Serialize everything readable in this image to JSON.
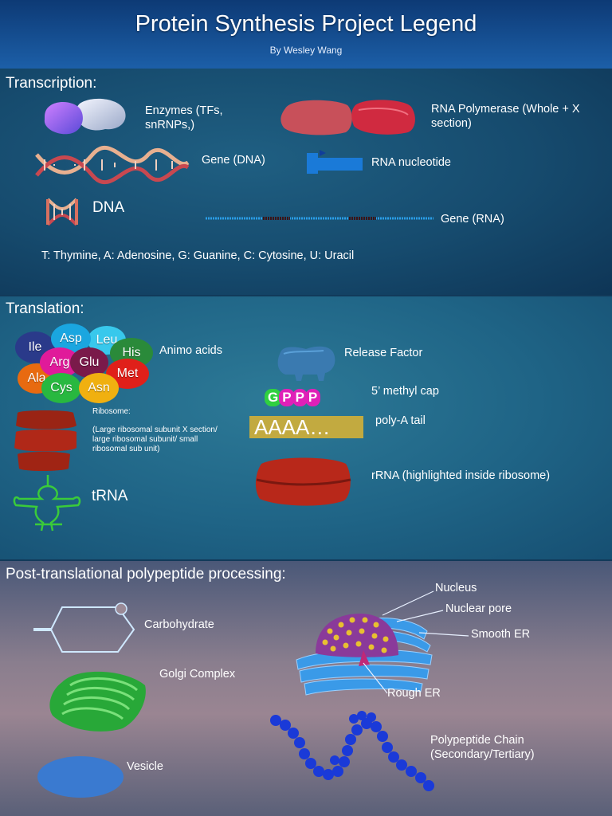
{
  "header": {
    "title": "Protein Synthesis Project Legend",
    "byline": "By Wesley Wang"
  },
  "transcription": {
    "heading": "Transcription:",
    "enzymes": "Enzymes (TFs, snRNPs,)",
    "rna_polymerase": "RNA Polymerase (Whole + X section)",
    "gene_dna": "Gene (DNA)",
    "rna_nucleotide": "RNA nucleotide",
    "dna": "DNA",
    "gene_rna": "Gene (RNA)",
    "bases_key": "T: Thymine, A: Adenosine, G: Guanine, C: Cytosine, U: Uracil"
  },
  "translation": {
    "heading": "Translation:",
    "amino_acids_label": "Animo acids",
    "amino_acids": [
      {
        "name": "Ile",
        "color": "#2a3a8a"
      },
      {
        "name": "Asp",
        "color": "#1aa6e0"
      },
      {
        "name": "Leu",
        "color": "#38c8ec"
      },
      {
        "name": "His",
        "color": "#2a8a3a"
      },
      {
        "name": "Arg",
        "color": "#e01a9a"
      },
      {
        "name": "Glu",
        "color": "#7a1a4a"
      },
      {
        "name": "Met",
        "color": "#e0201a"
      },
      {
        "name": "Ala",
        "color": "#e86a10"
      },
      {
        "name": "Cys",
        "color": "#28b840"
      },
      {
        "name": "Asn",
        "color": "#f0b010"
      }
    ],
    "release_factor": "Release Factor",
    "methyl_cap_label": "5’ methyl cap",
    "methyl_cap": [
      "G",
      "P",
      "P",
      "P"
    ],
    "poly_a_label": "poly-A tail",
    "poly_a": "AAAA…",
    "ribosome_title": "Ribosome:",
    "ribosome_desc": "(Large ribosomal subunit X section/ large ribosomal subunit/ small ribosomal sub unit)",
    "rrna": "rRNA (highlighted inside ribosome)",
    "trna": "tRNA"
  },
  "post": {
    "heading": "Post-translational polypeptide processing:",
    "carbohydrate": "Carbohydrate",
    "golgi": "Golgi Complex",
    "vesicle": "Vesicle",
    "nucleus": "Nucleus",
    "nuclear_pore": "Nuclear pore",
    "smooth_er": "Smooth ER",
    "rough_er": "Rough ER",
    "polypeptide": "Polypeptide Chain (Secondary/Tertiary)"
  }
}
